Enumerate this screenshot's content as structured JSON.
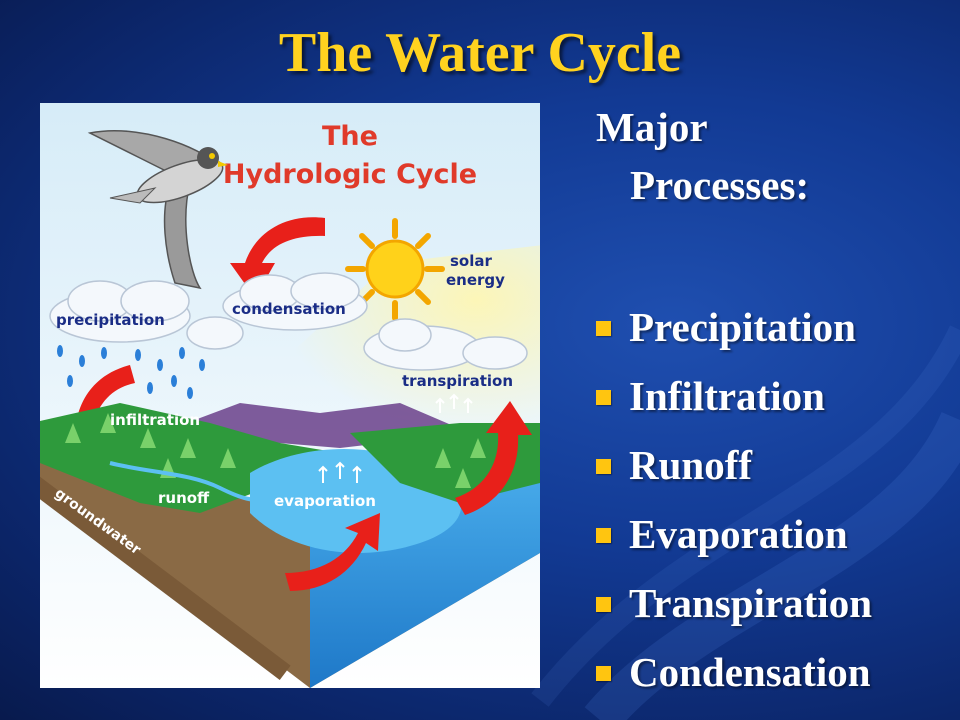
{
  "slide": {
    "title": "The Water Cycle",
    "heading_line1": "Major",
    "heading_line2": "Processes:",
    "processes": [
      "Precipitation",
      "Infiltration",
      "Runoff",
      "Evaporation",
      "Transpiration",
      "Condensation"
    ],
    "bullet_color": "#ffc510",
    "title_color": "#ffd21f"
  },
  "diagram": {
    "title_line1": "The",
    "title_line2": "Hydrologic Cycle",
    "labels": {
      "solar": "solar",
      "energy": "energy",
      "condensation": "condensation",
      "precipitation": "precipitation",
      "transpiration": "transpiration",
      "infiltration": "infiltration",
      "runoff": "runoff",
      "evaporation": "evaporation",
      "groundwater": "groundwater"
    },
    "icons": [
      "falcon-icon",
      "sun-icon",
      "cloud-icon",
      "raindrop-icon",
      "tree-icon",
      "arrow-icon"
    ],
    "colors": {
      "title": "#e03a2a",
      "label": "#1a2d86",
      "arrow": "#e8201a",
      "water": "#2b8fdc",
      "land": "#2e9a3c"
    }
  }
}
